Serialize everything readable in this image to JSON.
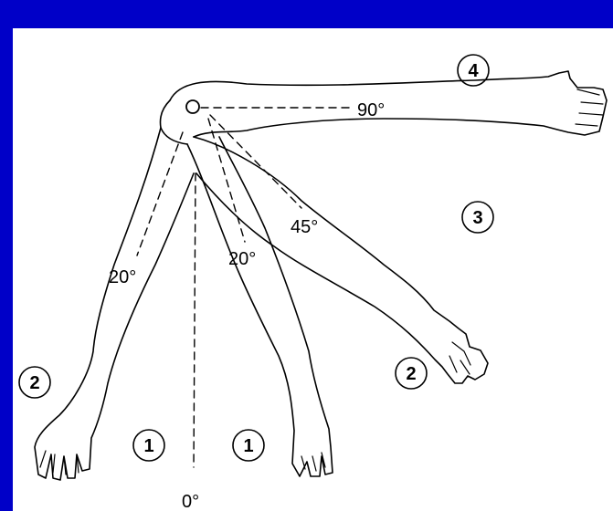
{
  "colors": {
    "frame": "#0000c8",
    "panel": "#ffffff",
    "ink": "#000000"
  },
  "angles": {
    "zero": "0°",
    "front_20": "20°",
    "mid_20": "20°",
    "mid_45": "45°",
    "top_90": "90°"
  },
  "positions": {
    "p1_left": "1",
    "p1_right": "1",
    "p2_left": "2",
    "p2_right": "2",
    "p3": "3",
    "p4": "4"
  }
}
